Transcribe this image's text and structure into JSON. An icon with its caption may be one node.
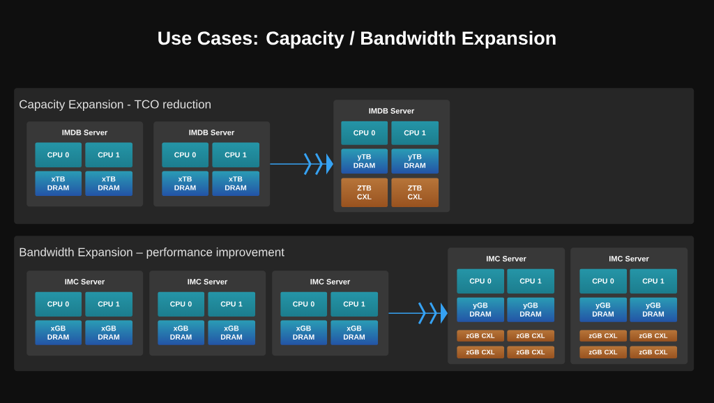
{
  "diagram": {
    "title": "Use Cases: Capacity / Bandwidth Expansion",
    "nodes": [
      {
        "text": [
          "Capacity Expansion - TCO reduction"
        ]
      },
      {
        "text": [
          "IMDB Server"
        ],
        "in": 0
      },
      {
        "text": [
          "CPU 0"
        ],
        "in": 1
      },
      {
        "text": [
          "CPU 1"
        ],
        "in": 1
      },
      {
        "text": [
          "xTB DRAM"
        ],
        "in": 1
      },
      {
        "text": [
          "xTB DRAM"
        ],
        "in": 1
      },
      {
        "text": [
          "IMDB Server"
        ],
        "in": 0
      },
      {
        "text": [
          "CPU 0"
        ],
        "in": 6
      },
      {
        "text": [
          "CPU 1"
        ],
        "in": 6
      },
      {
        "text": [
          "xTB DRAM"
        ],
        "in": 6
      },
      {
        "text": [
          "xTB DRAM"
        ],
        "in": 6
      },
      {
        "text": [
          "IMDB Server"
        ],
        "in": 0
      },
      {
        "text": [
          "CPU 0"
        ],
        "in": 11
      },
      {
        "text": [
          "CPU 1"
        ],
        "in": 11
      },
      {
        "text": [
          "yTB DRAM"
        ],
        "in": 11
      },
      {
        "text": [
          "yTB DRAM"
        ],
        "in": 11
      },
      {
        "text": [
          "ZTB CXL"
        ],
        "in": 11
      },
      {
        "text": [
          "ZTB CXL"
        ],
        "in": 11
      },
      {
        "text": [
          "Bandwidth Expansion – performance improvement"
        ]
      },
      {
        "text": [
          "IMC Server"
        ],
        "in": 18
      },
      {
        "text": [
          "CPU 0"
        ],
        "in": 19
      },
      {
        "text": [
          "CPU 1"
        ],
        "in": 19
      },
      {
        "text": [
          "xGB DRAM"
        ],
        "in": 19
      },
      {
        "text": [
          "xGB DRAM"
        ],
        "in": 19
      },
      {
        "text": [
          "IMC Server"
        ],
        "in": 18
      },
      {
        "text": [
          "CPU 0"
        ],
        "in": 24
      },
      {
        "text": [
          "CPU 1"
        ],
        "in": 24
      },
      {
        "text": [
          "xGB DRAM"
        ],
        "in": 24
      },
      {
        "text": [
          "xGB DRAM"
        ],
        "in": 24
      },
      {
        "text": [
          "IMC Server"
        ],
        "in": 18
      },
      {
        "text": [
          "CPU 0"
        ],
        "in": 29
      },
      {
        "text": [
          "CPU 1"
        ],
        "in": 29
      },
      {
        "text": [
          "xGB DRAM"
        ],
        "in": 29
      },
      {
        "text": [
          "xGB DRAM"
        ],
        "in": 29
      },
      {
        "text": [
          "IMC Server"
        ],
        "in": 18
      },
      {
        "text": [
          "CPU 0"
        ],
        "in": 34
      },
      {
        "text": [
          "CPU 1"
        ],
        "in": 34
      },
      {
        "text": [
          "yGB DRAM"
        ],
        "in": 34
      },
      {
        "text": [
          "yGB DRAM"
        ],
        "in": 34
      },
      {
        "text": [
          "zGB CXL"
        ],
        "in": 34
      },
      {
        "text": [
          "zGB CXL"
        ],
        "in": 34
      },
      {
        "text": [
          "zGB CXL"
        ],
        "in": 34
      },
      {
        "text": [
          "zGB CXL"
        ],
        "in": 34
      },
      {
        "text": [
          "IMC Server"
        ],
        "in": 18
      },
      {
        "text": [
          "CPU 0"
        ],
        "in": 43
      },
      {
        "text": [
          "CPU 1"
        ],
        "in": 43
      },
      {
        "text": [
          "yGB DRAM"
        ],
        "in": 43
      },
      {
        "text": [
          "yGB DRAM"
        ],
        "in": 43
      },
      {
        "text": [
          "zGB CXL"
        ],
        "in": 43
      },
      {
        "text": [
          "zGB CXL"
        ],
        "in": 43
      },
      {
        "text": [
          "zGB CXL"
        ],
        "in": 43
      },
      {
        "text": [
          "zGB CXL"
        ],
        "in": 43
      }
    ],
    "edges": [
      {
        "from": 6,
        "to": 11,
        "arrow": "to"
      },
      {
        "from": 29,
        "to": 34,
        "arrow": "to"
      }
    ]
  }
}
